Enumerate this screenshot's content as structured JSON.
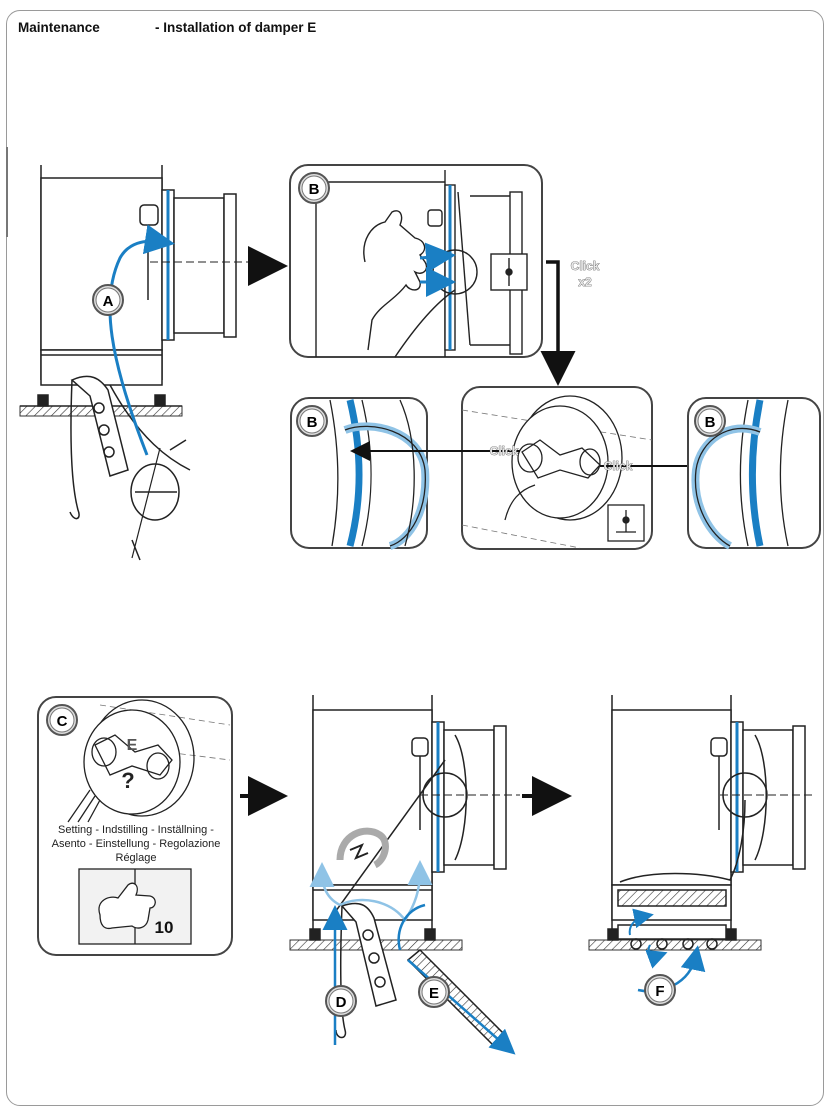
{
  "header": {
    "section": "Maintenance",
    "subtitle": "- Installation of damper E"
  },
  "markers": {
    "a": "A",
    "b": "B",
    "c": "C",
    "d": "D",
    "e": "E",
    "f": "F"
  },
  "click": {
    "single": "Click",
    "double": "Click",
    "count": "x2"
  },
  "panel_c": {
    "part_label": "E",
    "question": "?",
    "setting_line1": "Setting  -  Indstilling - Inställning -",
    "setting_line2": "Asento - Einstellung  -  Regolazione",
    "setting_line3": "Réglage",
    "count": "10"
  },
  "colors": {
    "accent_blue": "#1a7fc4",
    "light_blue": "#8fc3e6",
    "line": "#222222",
    "panel_border": "#444444"
  }
}
